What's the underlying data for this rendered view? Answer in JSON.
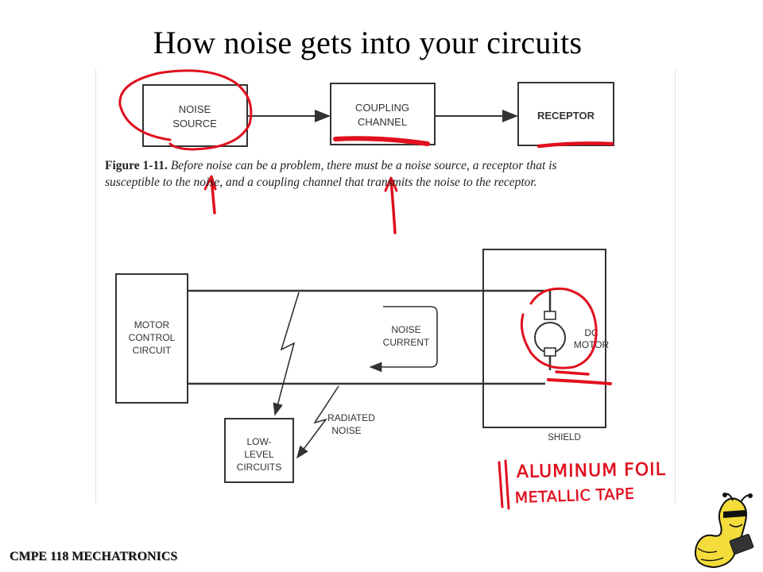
{
  "title": "How noise gets into your circuits",
  "top_diagram": {
    "noise_source": [
      "NOISE",
      "SOURCE"
    ],
    "coupling_channel": [
      "COUPLING",
      "CHANNEL"
    ],
    "receptor": [
      "RECEPTOR"
    ]
  },
  "caption": {
    "figure_label": "Figure 1-11.",
    "line1": "Before noise can be a problem, there must be a noise source, a receptor that is",
    "line2": "susceptible to the noise, and a coupling channel that transmits the noise to the receptor."
  },
  "bottom_diagram": {
    "motor_control": [
      "MOTOR",
      "CONTROL",
      "CIRCUIT"
    ],
    "noise_current": [
      "NOISE",
      "CURRENT"
    ],
    "dc_motor": [
      "DC",
      "MOTOR"
    ],
    "shield": "SHIELD",
    "radiated_noise": [
      "RADIATED",
      "NOISE"
    ],
    "low_level": [
      "LOW-",
      "LEVEL",
      "CIRCUITS"
    ]
  },
  "annotations": {
    "handwritten_line1": "ALUMINUM FOIL",
    "handwritten_line2": "METALLIC TAPE",
    "ink_color": "#e0101e"
  },
  "footer": "CMPE 118 MECHATRONICS"
}
